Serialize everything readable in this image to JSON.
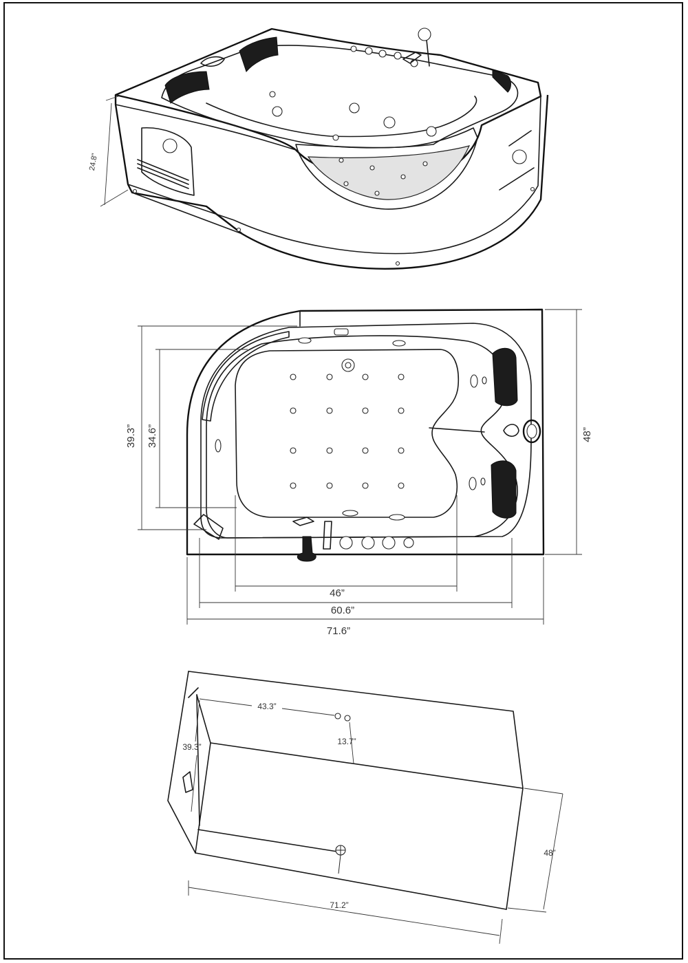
{
  "isometric_view": {
    "height_label": "24.8\""
  },
  "top_view": {
    "width_inner_basin": "46”",
    "width_inner": "60.6”",
    "width_overall": "71.6”",
    "depth_left_outer": "39.3”",
    "depth_left_inner": "34.6”",
    "depth_right": "48”"
  },
  "install_view": {
    "drain_offset": "43.3”",
    "drain_height": "13.7”",
    "left_depth": "39.3”",
    "right_depth": "48”",
    "length": "71.2”"
  }
}
